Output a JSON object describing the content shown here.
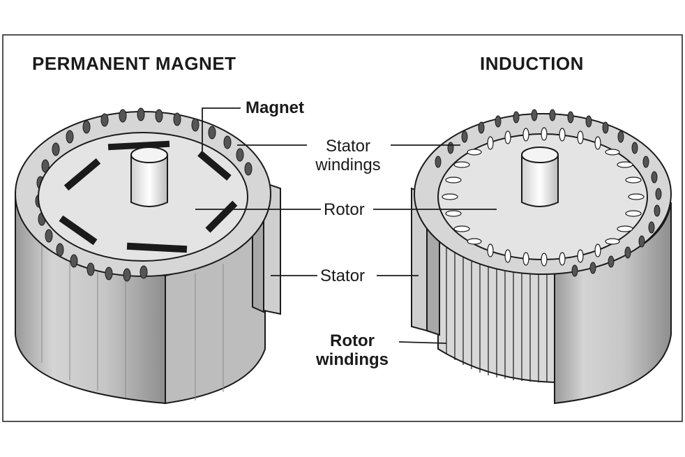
{
  "titles": {
    "left": "PERMANENT MAGNET",
    "right": "INDUCTION"
  },
  "labels": {
    "magnet": "Magnet",
    "stator_windings_1": "Stator",
    "stator_windings_2": "windings",
    "rotor": "Rotor",
    "stator": "Stator",
    "rotor_windings_1": "Rotor",
    "rotor_windings_2": "windings"
  },
  "colors": {
    "outline": "#1a1a1a",
    "face": "#e6e6e6",
    "body": "#c4c4c4",
    "magnet": "#1a1a1a",
    "shaft": "#f2f2f2"
  }
}
